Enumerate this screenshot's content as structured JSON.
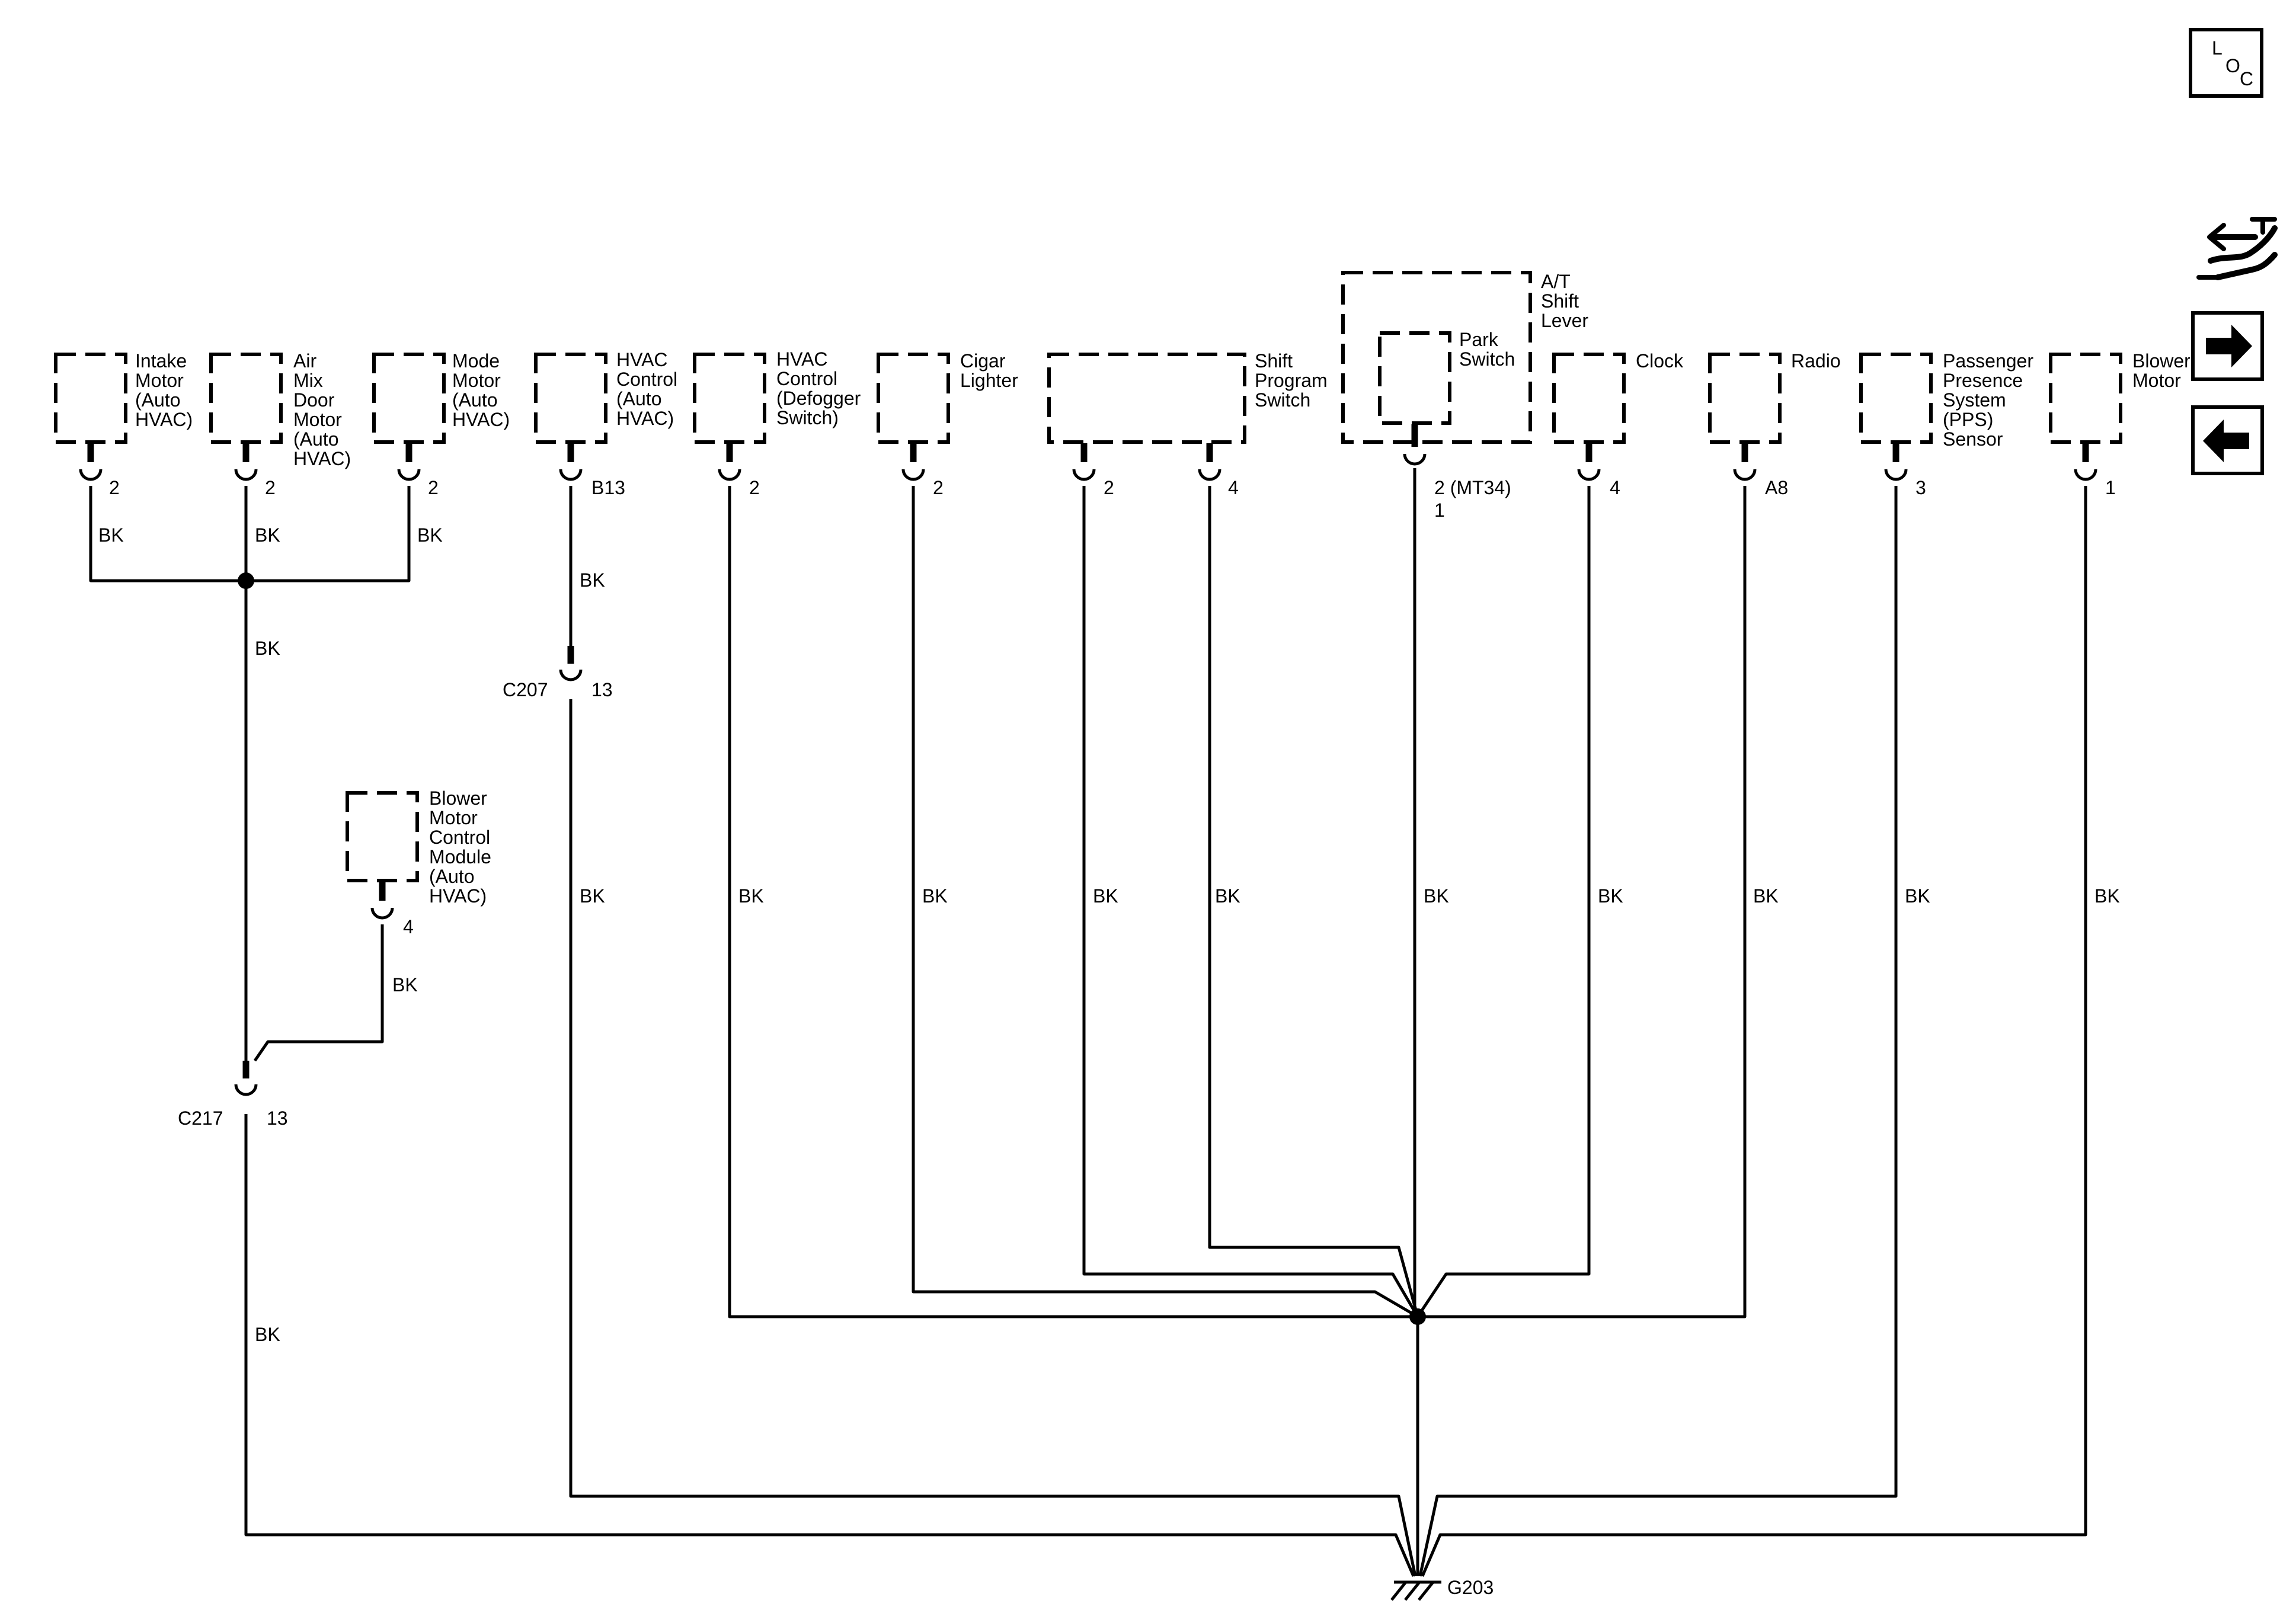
{
  "nav": {
    "loc_letters": [
      "L",
      "O",
      "C"
    ]
  },
  "icons": [
    "loc-icon",
    "connector-view-icon",
    "next-page-arrow-icon",
    "previous-page-arrow-icon",
    "ground-symbol-icon"
  ],
  "components": {
    "intake_motor": [
      "Intake",
      "Motor",
      "(Auto",
      "HVAC)"
    ],
    "air_mix_door_motor": [
      "Air",
      "Mix",
      "Door",
      "Motor",
      "(Auto",
      "HVAC)"
    ],
    "mode_motor": [
      "Mode",
      "Motor",
      "(Auto",
      "HVAC)"
    ],
    "hvac_control_auto": [
      "HVAC",
      "Control",
      "(Auto",
      "HVAC)"
    ],
    "hvac_control_defogger": [
      "HVAC",
      "Control",
      "(Defogger",
      "Switch)"
    ],
    "cigar_lighter": [
      "Cigar",
      "Lighter"
    ],
    "shift_program_switch": [
      "Shift",
      "Program",
      "Switch"
    ],
    "at_shift_lever": [
      "A/T",
      "Shift",
      "Lever"
    ],
    "park_switch": [
      "Park",
      "Switch"
    ],
    "clock": [
      "Clock"
    ],
    "radio": [
      "Radio"
    ],
    "pps_sensor": [
      "Passenger",
      "Presence",
      "System",
      "(PPS)",
      "Sensor"
    ],
    "blower_motor": [
      "Blower",
      "Motor"
    ],
    "blower_motor_control_module": [
      "Blower",
      "Motor",
      "Control",
      "Module",
      "(Auto",
      "HVAC)"
    ]
  },
  "pins": {
    "intake_motor": "2",
    "air_mix_door_motor": "2",
    "mode_motor": "2",
    "hvac_control_auto": "B13",
    "hvac_control_defogger": "2",
    "cigar_lighter": "2",
    "shift_program_a": "2",
    "shift_program_b": "4",
    "park_switch_line1": "2 (MT34)",
    "park_switch_line2": "1",
    "clock": "4",
    "radio": "A8",
    "pps_sensor": "3",
    "blower_motor": "1",
    "blower_motor_control_module": "4"
  },
  "wire_color": "BK",
  "connectors": {
    "c207": {
      "name": "C207",
      "pin": "13"
    },
    "c217": {
      "name": "C217",
      "pin": "13"
    }
  },
  "ground": {
    "name": "G203"
  }
}
